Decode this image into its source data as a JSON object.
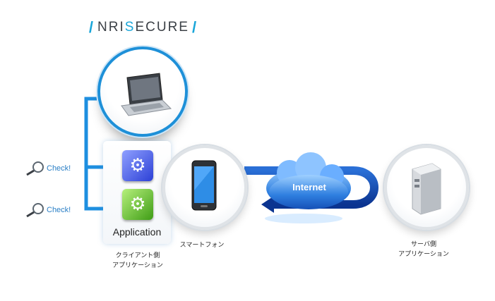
{
  "logo": {
    "text_a": "NRI ",
    "text_b": "S",
    "text_c": "ECURE"
  },
  "checks": [
    {
      "label": "Check!"
    },
    {
      "label": "Check!"
    }
  ],
  "application": {
    "label": "Application"
  },
  "labels": {
    "client_line1": "クライアント側",
    "client_line2": "アプリケーション",
    "smartphone": "スマートフォン",
    "server_line1": "サーバ側",
    "server_line2": "アプリケーション",
    "internet": "Internet"
  },
  "colors": {
    "accent_blue": "#1e90d8",
    "dark_blue": "#0d3f9e",
    "logo_cyan": "#1aa6d9"
  }
}
